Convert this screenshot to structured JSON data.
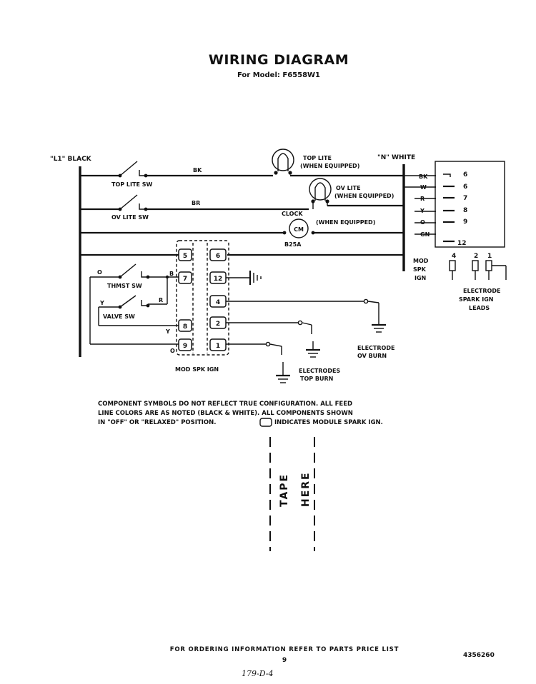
{
  "header": {
    "title": "WIRING DIAGRAM",
    "subtitle": "For Model: F6558W1"
  },
  "rails": {
    "left": "\"L1\" BLACK",
    "right": "\"N\" WHITE"
  },
  "components": {
    "top_lite": "TOP LITE",
    "top_lite_equipped": "(WHEN EQUIPPED)",
    "ov_lite": "OV LITE",
    "ov_lite_equipped": "(WHEN EQUIPPED)",
    "clock": "CLOCK",
    "clock_equipped": "(WHEN EQUIPPED)",
    "clock_fuse": "B25A",
    "top_lite_sw": "TOP LITE SW",
    "ov_lite_sw": "OV LITE SW",
    "thmst_sw": "THMST SW",
    "valve_sw": "VALVE SW",
    "mod_spk_ign": "MOD SPK IGN",
    "electrodes_top": "ELECTRODES",
    "electrodes_top_2": "TOP BURN",
    "electrode_ov": "ELECTRODE",
    "electrode_ov_2": "OV BURN"
  },
  "wire_colors": {
    "bk": "BK",
    "br": "BR",
    "o": "O",
    "y": "Y",
    "r": "R",
    "b": "B"
  },
  "module_terminals": {
    "left": [
      "5",
      "7",
      "8",
      "9"
    ],
    "right": [
      "6",
      "12",
      "4",
      "2",
      "1"
    ]
  },
  "connector": {
    "rows": [
      {
        "color": "BK",
        "pin": "6"
      },
      {
        "color": "W",
        "pin": "6"
      },
      {
        "color": "R",
        "pin": "7"
      },
      {
        "color": "Y",
        "pin": "8"
      },
      {
        "color": "O",
        "pin": "9"
      },
      {
        "color": "GN",
        "pin": "12"
      }
    ],
    "side_label_1": "MOD",
    "side_label_2": "SPK",
    "side_label_3": "IGN",
    "lead_numbers": [
      "4",
      "2",
      "1"
    ],
    "leads_label_1": "ELECTRODE",
    "leads_label_2": "SPARK IGN",
    "leads_label_3": "LEADS"
  },
  "notes": {
    "line1": "COMPONENT SYMBOLS DO NOT REFLECT TRUE CONFIGURATION.  ALL FEED",
    "line2": "LINE COLORS ARE AS NOTED (BLACK & WHITE).  ALL COMPONENTS SHOWN",
    "line3a": "IN \"OFF\" OR \"RELAXED\" POSITION.",
    "line3b": "INDICATES MODULE SPARK IGN."
  },
  "tape": {
    "word1": "TAPE",
    "word2": "HERE"
  },
  "footer": {
    "ordering": "FOR ORDERING INFORMATION REFER TO PARTS PRICE LIST",
    "page": "9",
    "part_number": "4356260",
    "handwritten": "179-D-4"
  }
}
